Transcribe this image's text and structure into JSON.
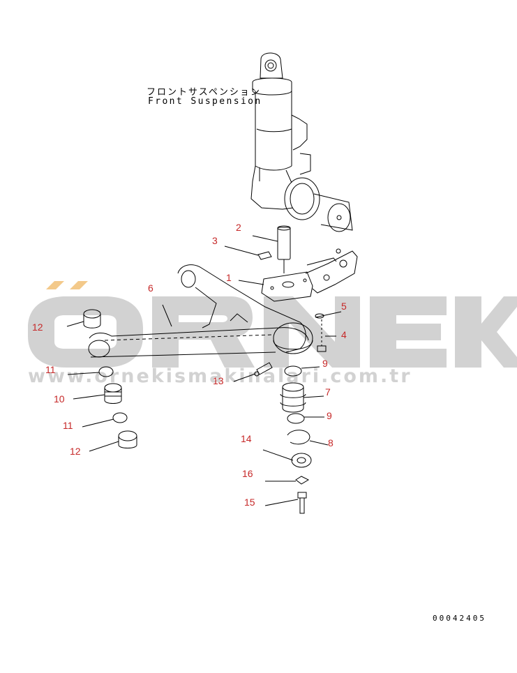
{
  "title_jp": "フロントサスペンション",
  "title_en": "Front Suspension",
  "doc_number": "00042405",
  "watermark": {
    "logo_text": "ÖRNEK",
    "url": "www.ornekismakinalari.com.tr",
    "color": "#d2d2d2",
    "accent": "#f3c98a"
  },
  "parts": [
    {
      "id": "1",
      "label": "1"
    },
    {
      "id": "2",
      "label": "2"
    },
    {
      "id": "3",
      "label": "3"
    },
    {
      "id": "4",
      "label": "4"
    },
    {
      "id": "5",
      "label": "5"
    },
    {
      "id": "6",
      "label": "6"
    },
    {
      "id": "7",
      "label": "7"
    },
    {
      "id": "8",
      "label": "8"
    },
    {
      "id": "9a",
      "label": "9"
    },
    {
      "id": "9b",
      "label": "9"
    },
    {
      "id": "10",
      "label": "10"
    },
    {
      "id": "11a",
      "label": "11"
    },
    {
      "id": "11b",
      "label": "11"
    },
    {
      "id": "12a",
      "label": "12"
    },
    {
      "id": "12b",
      "label": "12"
    },
    {
      "id": "13",
      "label": "13"
    },
    {
      "id": "14",
      "label": "14"
    },
    {
      "id": "15",
      "label": "15"
    },
    {
      "id": "16",
      "label": "16"
    }
  ],
  "colors": {
    "line": "#000000",
    "callout": "#c62828"
  }
}
